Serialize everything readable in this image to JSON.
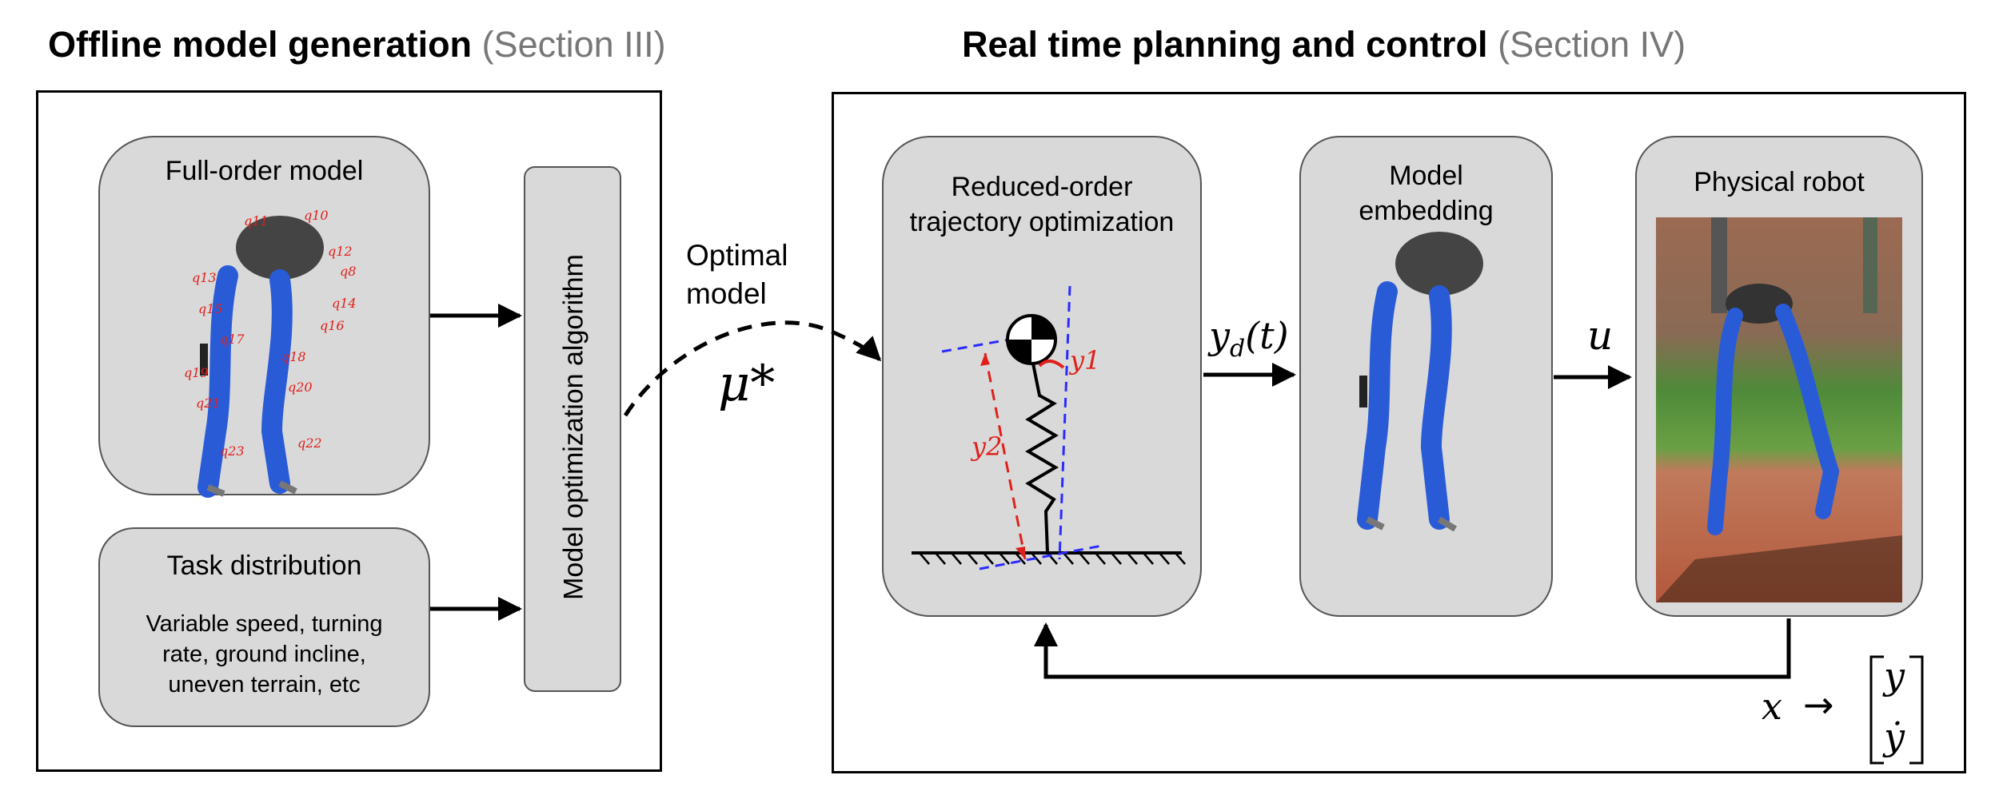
{
  "headings": {
    "left": {
      "bold": "Offline model generation",
      "section": "(Section III)"
    },
    "right": {
      "bold": "Real time planning and control",
      "section": "(Section IV)"
    }
  },
  "offline": {
    "full_order_title": "Full-order model",
    "task_title": "Task distribution",
    "task_lines": [
      "Variable speed, turning",
      "rate, ground incline,",
      "uneven terrain, etc"
    ],
    "algorithm_label": "Model optimization algorithm"
  },
  "transfer": {
    "label_lines": [
      "Optimal",
      "model"
    ],
    "symbol": "μ*"
  },
  "online": {
    "rom_title_lines": [
      "Reduced-order",
      "trajectory optimization"
    ],
    "embedding_title_lines": [
      "Model",
      "embedding"
    ],
    "robot_title": "Physical robot",
    "signal_yd": "y_d(t)",
    "signal_u": "u",
    "feedback": {
      "x": "x",
      "arrow": "→",
      "top": "y",
      "bottom": "ẏ"
    },
    "rom_labels": {
      "y1": "y1",
      "y2": "y2"
    }
  },
  "joint_labels": [
    "q11",
    "q10",
    "q12",
    "q8",
    "q13",
    "q15",
    "q14",
    "q16",
    "q17",
    "q18",
    "q19",
    "q20",
    "q21",
    "q23",
    "q22"
  ],
  "colors": {
    "block_fill": "#d9d9d9",
    "heading_section": "#777777",
    "annotation_red": "#e0201b",
    "dashed_blue": "#2b2bff",
    "robot_blue": "#2a5bd7"
  }
}
